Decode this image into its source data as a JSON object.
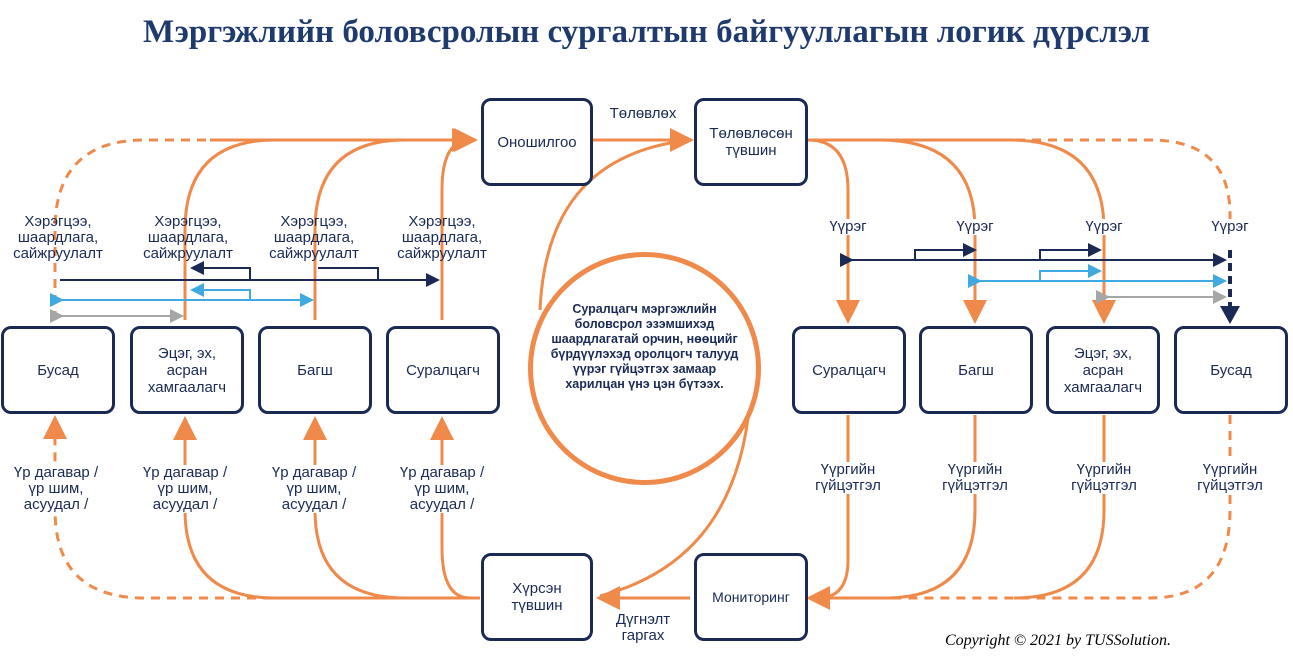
{
  "title": "Мэргэжлийн боловсролын сургалтын байгууллагын логик дүрслэл",
  "boxes": {
    "diagnosis": "Оношилгоо",
    "planned_level": "Төлөвлөсөн түвшин",
    "achieved_level": "Хүрсэн түвшин",
    "monitoring": "Мониторинг",
    "left": {
      "other": "Бусад",
      "parent": "Эцэг, эх, асран хамгаалагч",
      "teacher": "Багш",
      "student": "Суралцагч"
    },
    "right": {
      "student": "Суралцагч",
      "teacher": "Багш",
      "parent": "Эцэг, эх, асран хамгаалагч",
      "other": "Бусад"
    }
  },
  "labels": {
    "plan": "Төлөвлөх",
    "evaluate": "Дүгнэлт гаргах",
    "needs": "Хэрэгцээ, шаардлага, сайжруулалт",
    "role": "Үүрэг",
    "role_fulfillment": "Үүргийн гүйцэтгэл",
    "impact": "Үр дагавар / үр шим, асуудал /"
  },
  "center_text": "Суралцагч мэргэжлийн боловсрол эзэмшихэд шаардлагатай орчин, нөөцийг бүрдүүлэхэд оролцогч талууд үүрэг гүйцэтгэх замаар харилцан үнэ цэн бүтээх.",
  "copyright": "Copyright © 2021 by TUSSolution.",
  "colors": {
    "orange": "#ef8a4b",
    "navy": "#1b2a55",
    "light_blue": "#3fa9e0",
    "gray": "#a6a6a6",
    "title": "#1f3b6e"
  }
}
